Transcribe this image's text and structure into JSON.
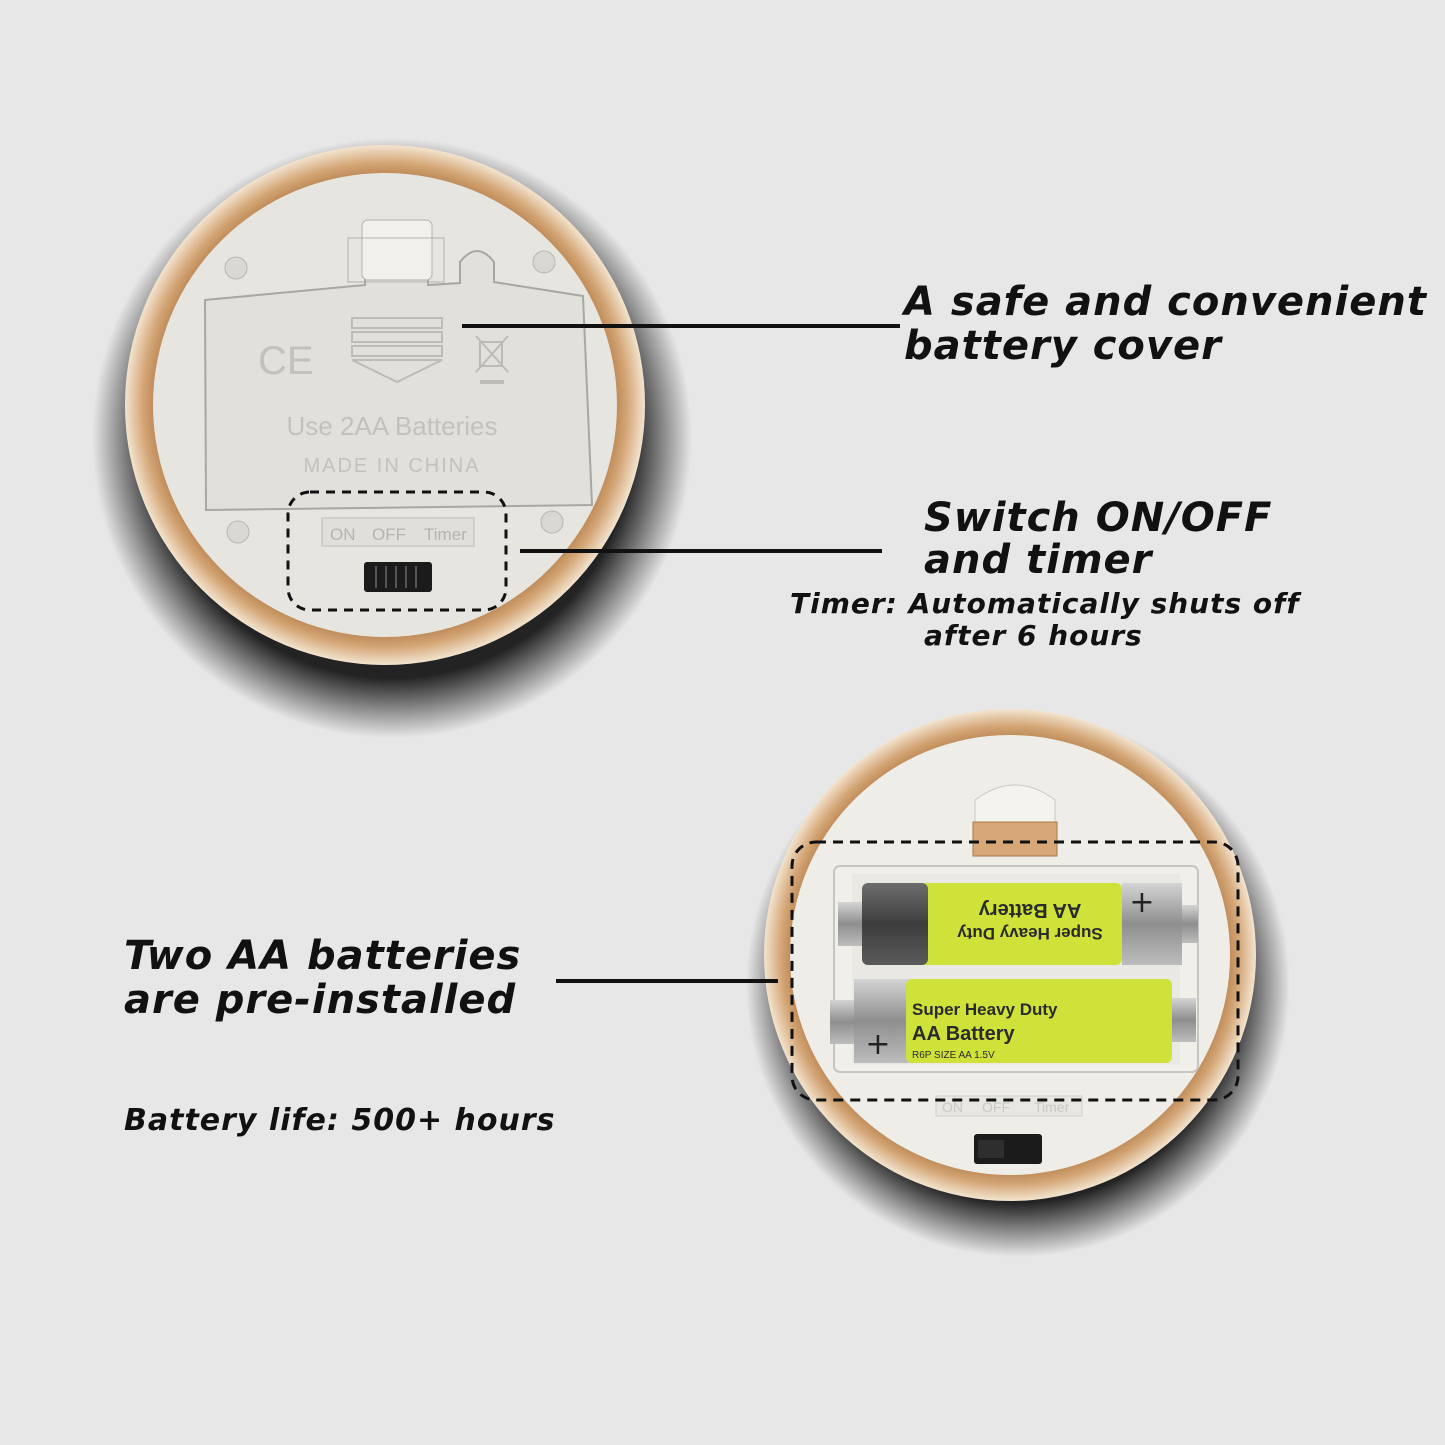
{
  "top_device": {
    "cover_text": {
      "ce": "CE",
      "use_batteries": "Use 2AA Batteries",
      "made_in": "MADE IN CHINA"
    },
    "switch_labels": {
      "on": "ON",
      "off": "OFF",
      "timer": "Timer"
    }
  },
  "callouts": {
    "battery_cover": {
      "line1": "A safe and convenient",
      "line2": "battery cover"
    },
    "switch": {
      "line1": "Switch ON/OFF",
      "line2": "and timer",
      "timer_note_line1": "Timer: Automatically shuts off",
      "timer_note_line2": "after 6 hours"
    },
    "batteries": {
      "line1": "Two AA batteries",
      "line2": "are pre-installed",
      "battery_life": "Battery life: 500+ hours"
    }
  },
  "bottom_device": {
    "battery_top": {
      "line1": "Super Heavy Duty",
      "line2": "AA Battery",
      "plus": "+"
    },
    "battery_bottom": {
      "line1": "Super Heavy Duty",
      "line2": "AA Battery",
      "size": "R6P SIZE AA 1.5V",
      "plus": "+"
    },
    "switch_labels": {
      "on": "ON",
      "off": "OFF",
      "timer": "Timer"
    }
  },
  "colors": {
    "background": "#e7e7e7",
    "rim": "#c89a66",
    "plastic": "#e9e8e3",
    "battery_green": "#cde23a",
    "text": "#111111"
  }
}
